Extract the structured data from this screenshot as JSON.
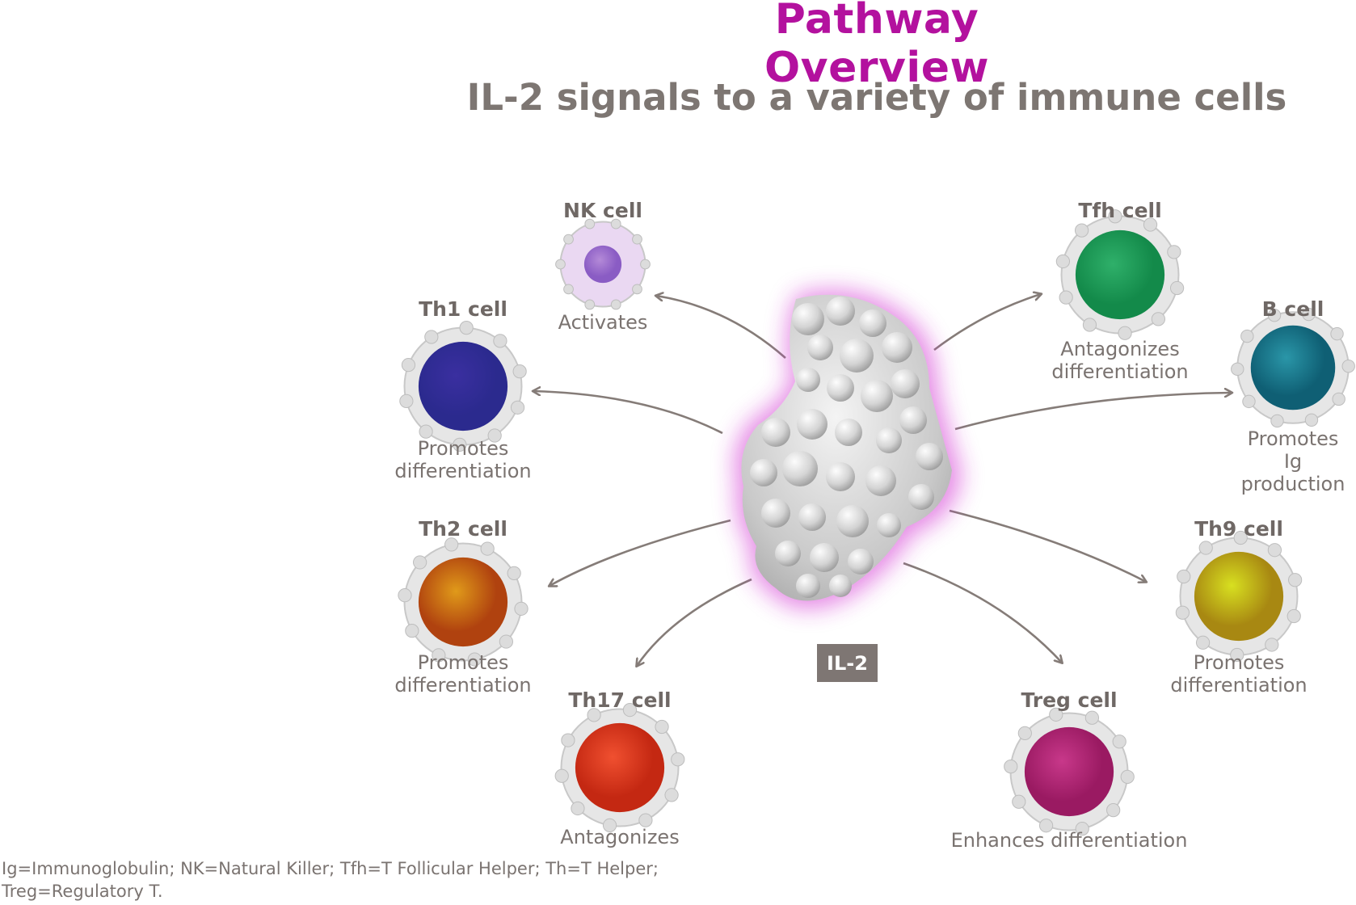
{
  "title": "Pathway Overview",
  "subtitle": "IL-2 signals to a variety of immune cells",
  "center_label": "IL-2",
  "cells": [
    {
      "key": "nk",
      "name": "NK cell",
      "action": "Activates",
      "color": "#b48ad8",
      "core": "#8a5cc4"
    },
    {
      "key": "th1",
      "name": "Th1 cell",
      "action": "Promotes\ndifferentiation",
      "color": "#3a2fa0",
      "core": "#2b2a8e"
    },
    {
      "key": "th2",
      "name": "Th2 cell",
      "action": "Promotes\ndifferentiation",
      "color": "#e09a1a",
      "core": "#b0420f"
    },
    {
      "key": "th17",
      "name": "Th17 cell",
      "action": "Antagonizes",
      "color": "#f05030",
      "core": "#c42812"
    },
    {
      "key": "tfh",
      "name": "Tfh cell",
      "action": "Antagonizes\ndifferentiation",
      "color": "#2fb06a",
      "core": "#138a4a"
    },
    {
      "key": "b",
      "name": "B cell",
      "action": "Promotes\nIg production",
      "color": "#2a96a8",
      "core": "#0f5f74"
    },
    {
      "key": "th9",
      "name": "Th9 cell",
      "action": "Promotes\ndifferentiation",
      "color": "#d8e020",
      "core": "#a88812"
    },
    {
      "key": "treg",
      "name": "Treg cell",
      "action": "Enhances differentiation",
      "color": "#c8388a",
      "core": "#9a1a62"
    }
  ],
  "footnote": "Ig=Immunoglobulin; NK=Natural Killer; Tfh=T Follicular Helper; Th=T Helper; Treg=Regulatory T.",
  "colors": {
    "title": "#b3119e",
    "text": "#7a7370",
    "arrow": "#857c78",
    "glow": "#d02ad0"
  }
}
